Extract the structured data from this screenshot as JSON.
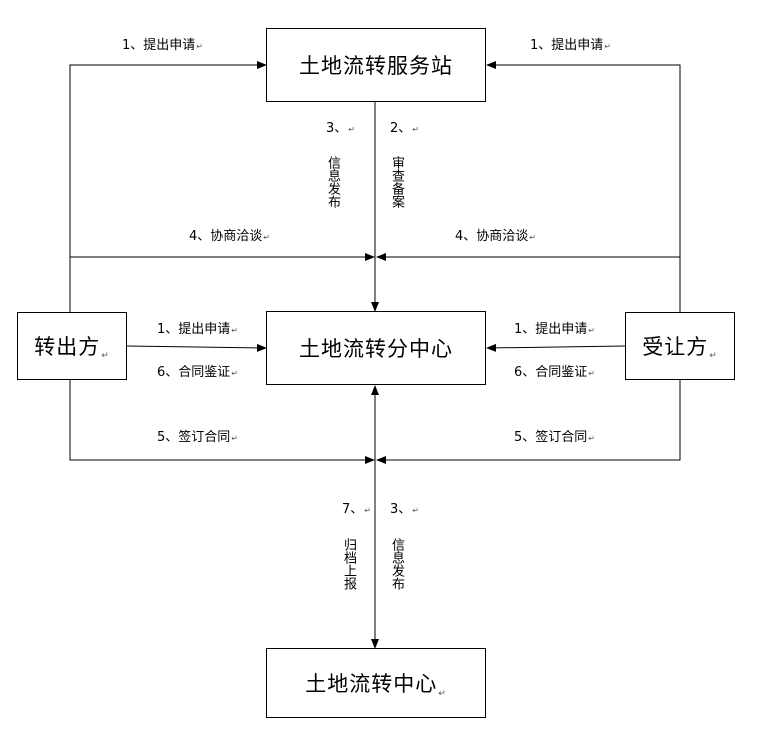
{
  "nodes": {
    "service_station": "土地流转服务站",
    "branch_center": "土地流转分中心",
    "center": "土地流转中心",
    "transferor": "转出方",
    "transferee": "受让方"
  },
  "labels": {
    "apply_top_left": "1、提出申请",
    "apply_top_right": "1、提出申请",
    "apply_mid_left": "1、提出申请",
    "apply_mid_right": "1、提出申请",
    "contract_verify_left": "6、合同鉴证",
    "contract_verify_right": "6、合同鉴证",
    "sign_contract_left": "5、签订合同",
    "sign_contract_right": "5、签订合同",
    "negotiate_left": "4、协商洽谈",
    "negotiate_right": "4、协商洽谈",
    "num_3_top": "3、",
    "info_publish_top": "信息发布",
    "num_2_top": "2、",
    "review_file": "审查备案",
    "num_7_bottom": "7、",
    "archive_report": "归档上报",
    "num_3_bottom": "3、",
    "info_publish_bottom": "信息发布"
  },
  "paragraph_mark": "↵",
  "colors": {
    "line": "#000000",
    "background": "#ffffff"
  }
}
